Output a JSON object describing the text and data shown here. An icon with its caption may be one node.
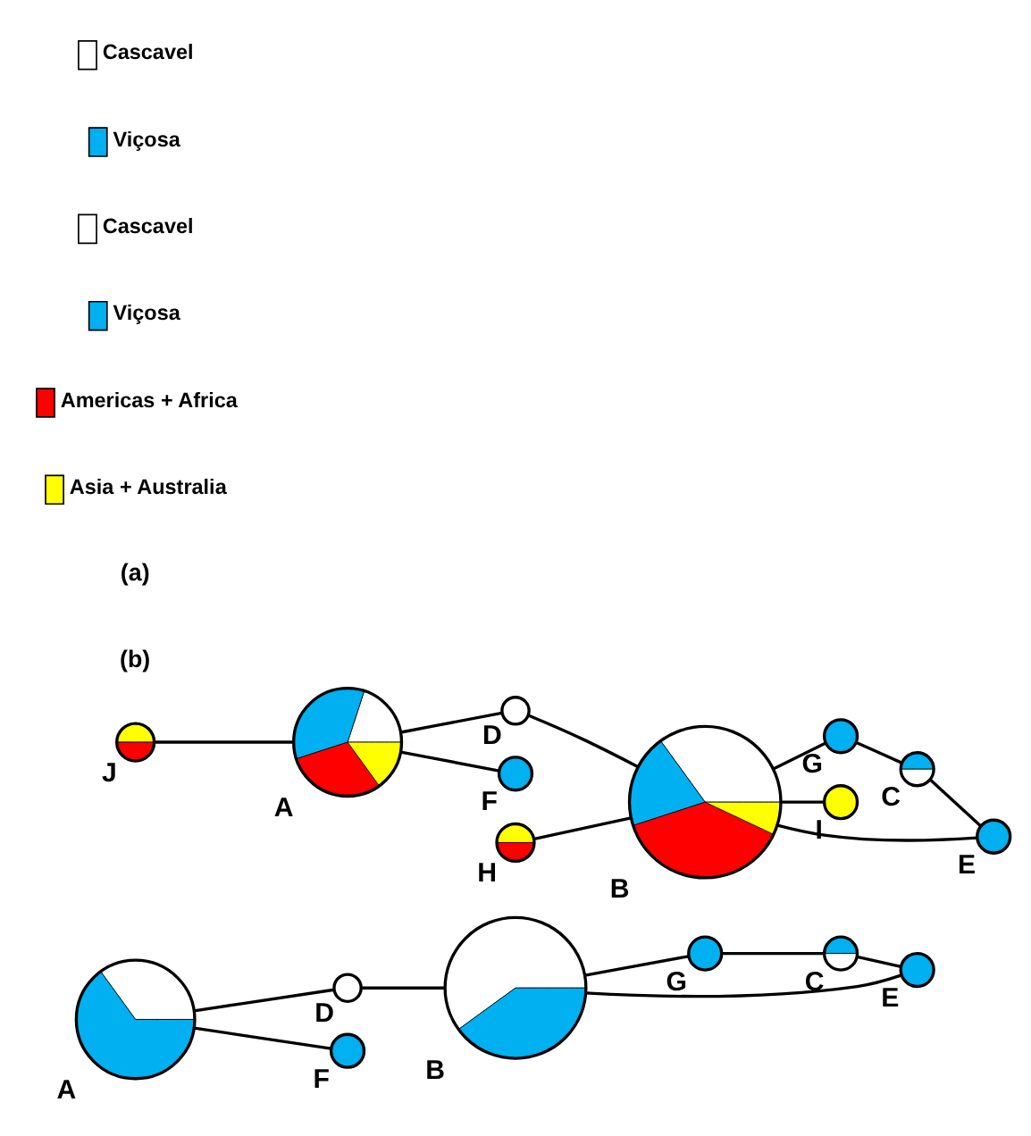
{
  "diagram": {
    "nodes": [
      {
        "text": [],
        "shape": "circle",
        "beside": [
          "A"
        ]
      },
      {
        "text": [],
        "shape": "circle",
        "beside": [
          "D"
        ]
      },
      {
        "text": [],
        "shape": "circle",
        "beside": [
          "B"
        ]
      },
      {
        "text": [],
        "shape": "circle",
        "beside": [
          "G"
        ]
      },
      {
        "text": [],
        "shape": "circle",
        "beside": [
          "C"
        ]
      },
      {
        "text": [],
        "shape": "circle",
        "beside": [
          "E"
        ]
      },
      {
        "text": [],
        "shape": "circle",
        "beside": [
          "F"
        ]
      },
      {
        "text": [],
        "shape": "circle",
        "beside": [
          "J"
        ]
      },
      {
        "text": [],
        "shape": "circle",
        "beside": [
          "H"
        ]
      },
      {
        "text": [],
        "shape": "circle",
        "beside": [
          "A"
        ]
      },
      {
        "text": [],
        "shape": "circle",
        "beside": [
          "B"
        ]
      },
      {
        "text": [],
        "shape": "circle",
        "beside": [
          "D"
        ]
      },
      {
        "text": [],
        "shape": "circle",
        "beside": [
          "G"
        ]
      },
      {
        "text": [],
        "shape": "circle",
        "beside": [
          "C"
        ]
      },
      {
        "text": [],
        "shape": "circle",
        "beside": [
          "E"
        ]
      },
      {
        "text": [],
        "shape": "circle",
        "beside": [
          "F"
        ]
      },
      {
        "text": [],
        "shape": "circle",
        "beside": [
          "I"
        ]
      }
    ],
    "edges": [
      {
        "from": 0,
        "to": 1,
        "arrow": "none"
      },
      {
        "from": 1,
        "to": 2,
        "arrow": "none"
      },
      {
        "from": 2,
        "to": 3,
        "arrow": "none"
      },
      {
        "from": 3,
        "to": 4,
        "arrow": "none"
      },
      {
        "from": 4,
        "to": 5,
        "arrow": "none"
      },
      {
        "from": 5,
        "to": 2,
        "arrow": "none"
      },
      {
        "from": 0,
        "to": 6,
        "arrow": "none"
      },
      {
        "from": 7,
        "to": 9,
        "arrow": "none"
      },
      {
        "from": 9,
        "to": 11,
        "arrow": "none"
      },
      {
        "from": 11,
        "to": 10,
        "arrow": "none"
      },
      {
        "from": 8,
        "to": 10,
        "arrow": "none"
      },
      {
        "from": 10,
        "to": 12,
        "arrow": "none"
      },
      {
        "from": 12,
        "to": 13,
        "arrow": "none"
      },
      {
        "from": 13,
        "to": 14,
        "arrow": "none"
      },
      {
        "from": 14,
        "to": 10,
        "arrow": "none"
      },
      {
        "from": 9,
        "to": 15,
        "arrow": "none"
      },
      {
        "from": 10,
        "to": 16,
        "arrow": "none"
      }
    ],
    "labels": [
      "(a)",
      "(b)"
    ],
    "legend": [
      {
        "text": "Cascavel",
        "color": "#ffffff"
      },
      {
        "text": "Viçosa",
        "color": "#00b0f0"
      },
      {
        "text": "Cascavel",
        "color": "#ffffff"
      },
      {
        "text": "Viçosa",
        "color": "#00b0f0"
      },
      {
        "text": "Americas + Africa",
        "color": "#ff0000"
      },
      {
        "text": "Asia + Australia",
        "color": "#ffff00"
      }
    ]
  }
}
